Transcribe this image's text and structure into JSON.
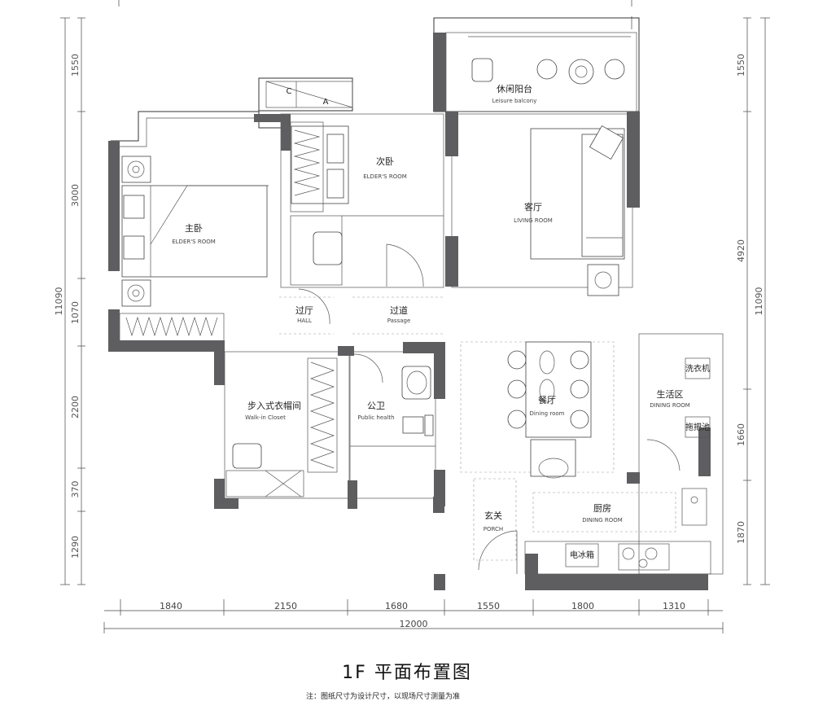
{
  "rooms": {
    "balcony": {
      "cn": "休闲阳台",
      "en": "Leisure balcony"
    },
    "second_bedroom": {
      "cn": "次卧",
      "en": "ELDER'S ROOM"
    },
    "living": {
      "cn": "客厅",
      "en": "LIVING ROOM"
    },
    "master": {
      "cn": "主卧",
      "en": "ELDER'S ROOM"
    },
    "hall": {
      "cn": "过厅",
      "en": "HALL"
    },
    "passage": {
      "cn": "过道",
      "en": "Passage"
    },
    "closet": {
      "cn": "步入式衣帽间",
      "en": "Walk-in Closet"
    },
    "bath": {
      "cn": "公卫",
      "en": "Public health"
    },
    "dining": {
      "cn": "餐厅",
      "en": "Dining room"
    },
    "service": {
      "cn": "生活区",
      "en": "DINING ROOM"
    },
    "porch": {
      "cn": "玄关",
      "en": "PORCH"
    },
    "kitchen": {
      "cn": "厨房",
      "en": "DINING ROOM"
    }
  },
  "fixtures": {
    "washer": "洗衣机",
    "mop_sink": "拖把池",
    "fridge": "电冰箱",
    "ac_c": "C",
    "ac_a": "A"
  },
  "dims": {
    "bottom": [
      "1840",
      "2150",
      "1680",
      "1550",
      "1800",
      "1310"
    ],
    "total": "12000",
    "left": [
      "1550",
      "3000",
      "1070",
      "2200",
      "370",
      "1290"
    ],
    "left_total": "11090",
    "right": [
      "1550",
      "4920",
      "1660",
      "1870"
    ],
    "right_total": "11090"
  },
  "title": "1F 平面布置图",
  "note": "注：图纸尺寸为设计尺寸，以现场尺寸测量为准"
}
